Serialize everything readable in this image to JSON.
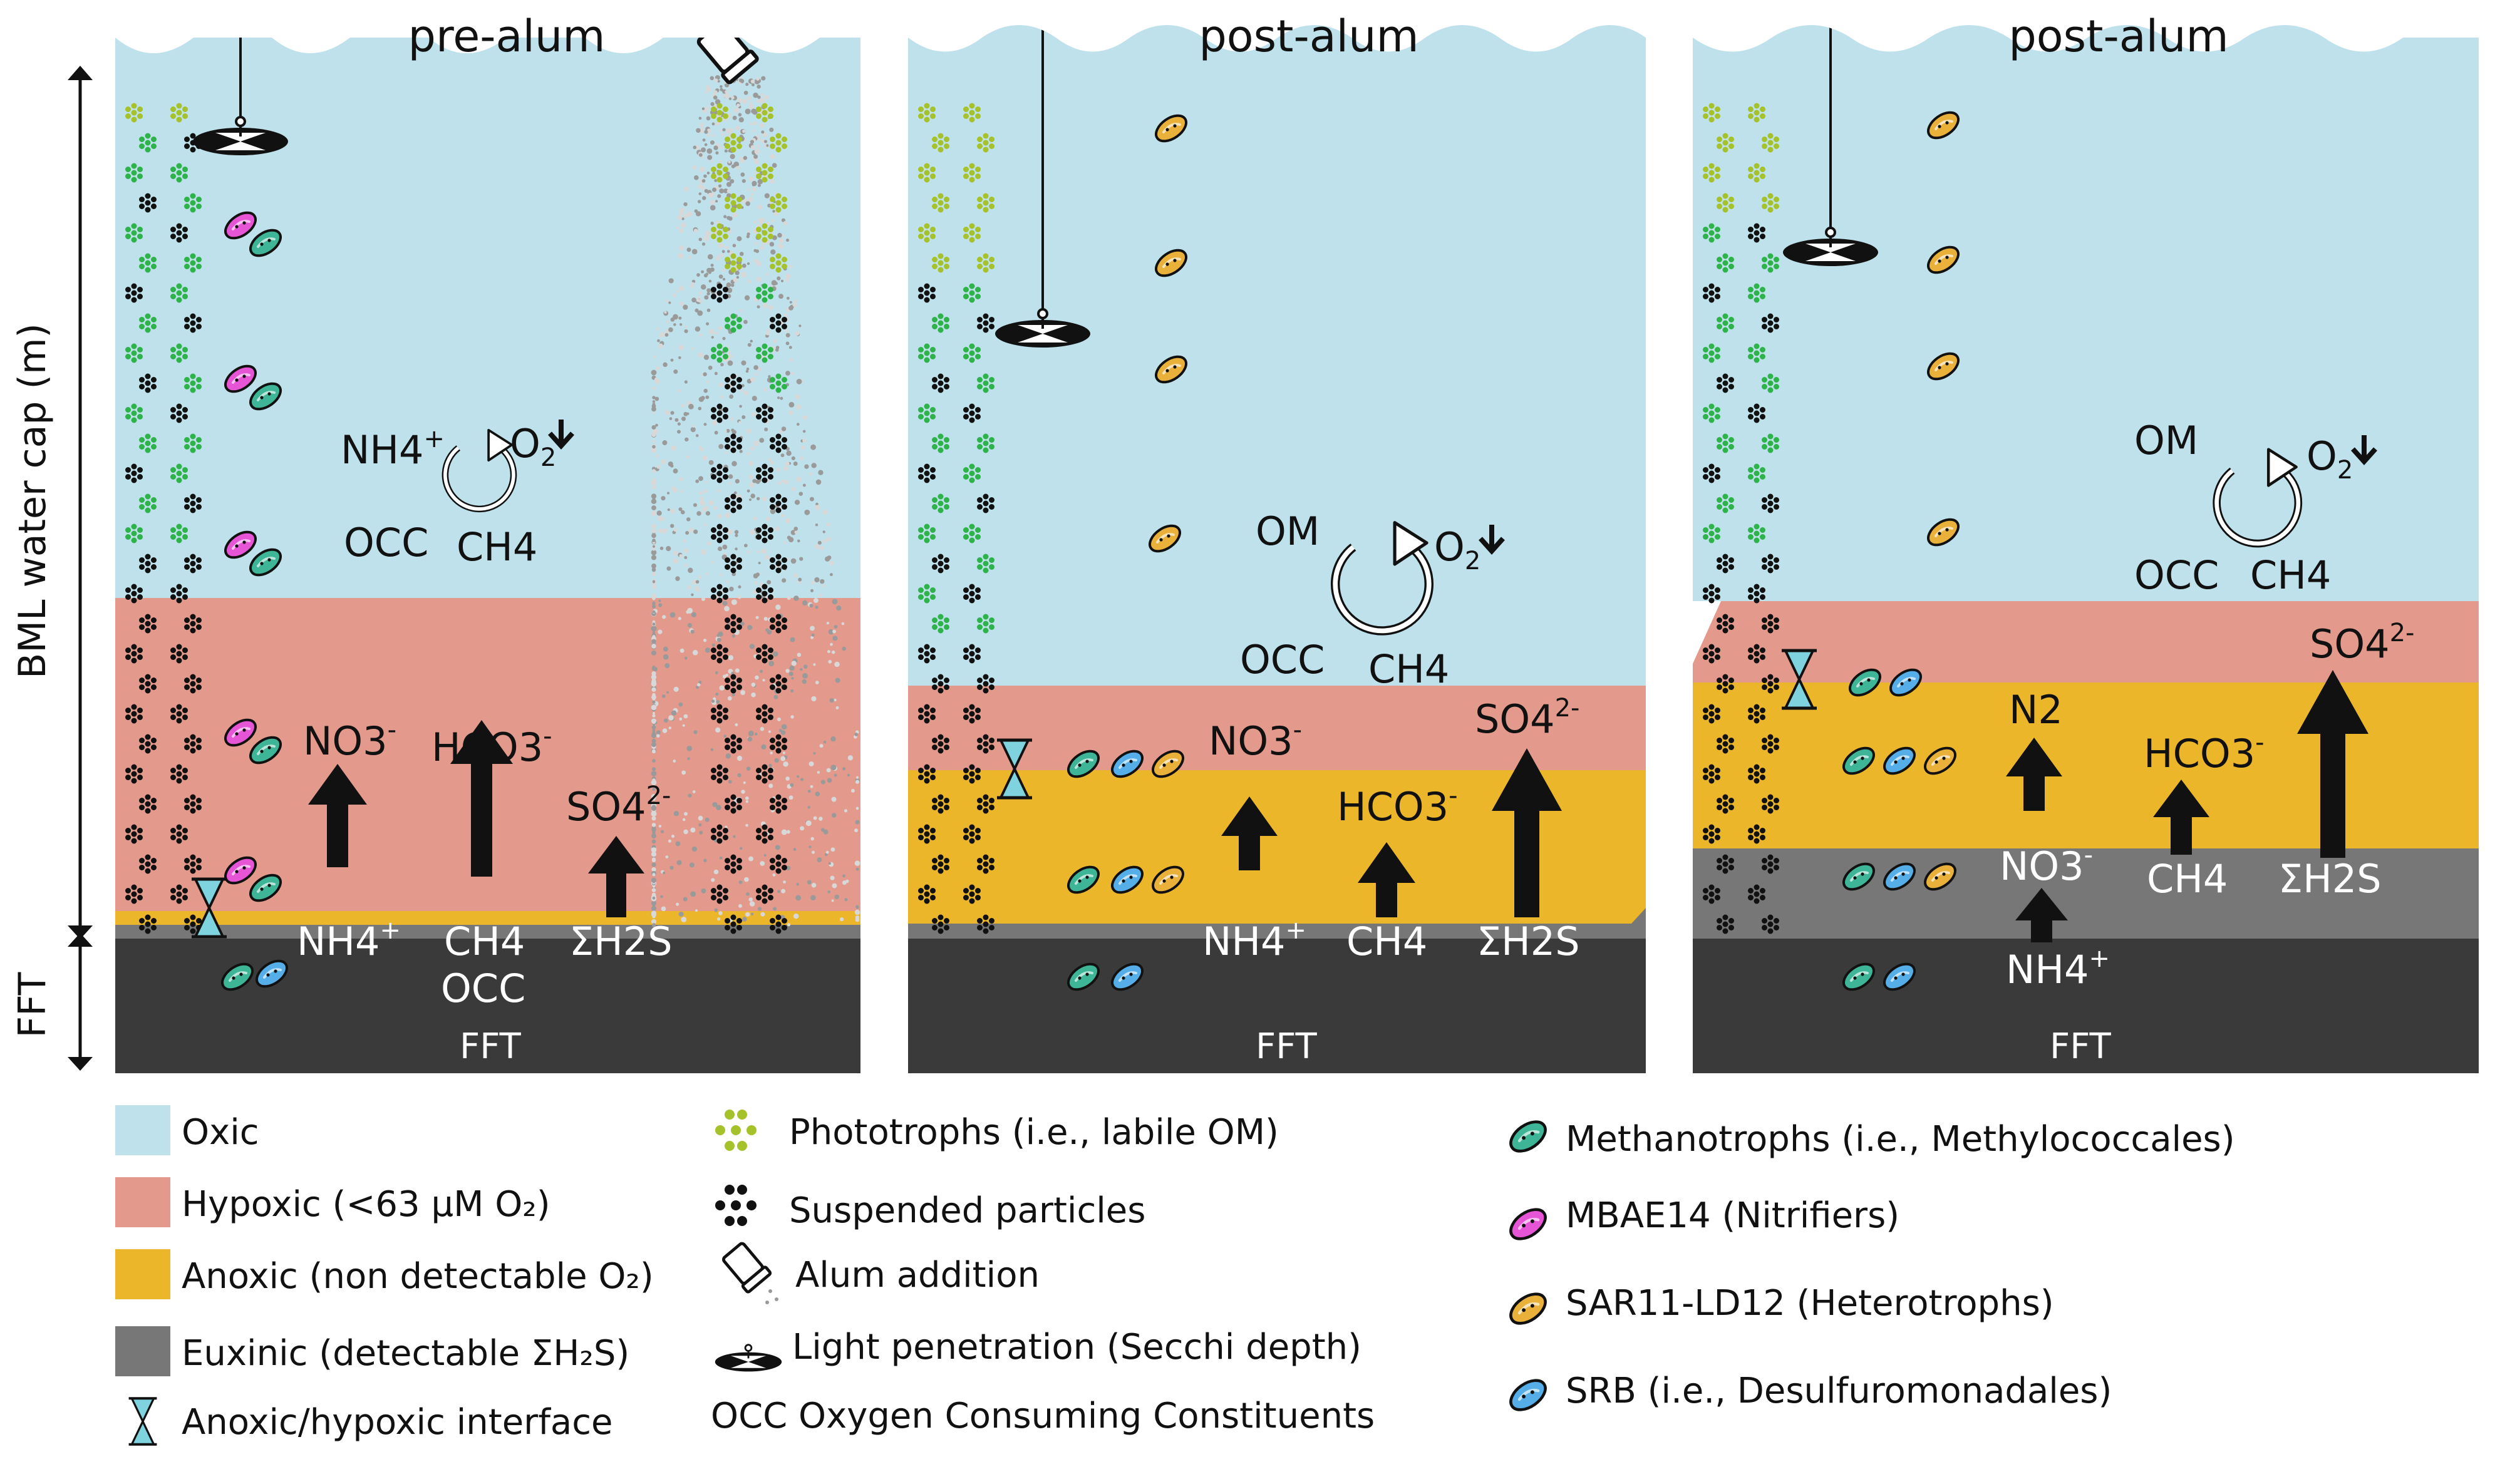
{
  "panels": [
    {
      "title": "pre-alum"
    },
    {
      "title": "post-alum"
    },
    {
      "title": "post-alum"
    }
  ],
  "axis": {
    "water_cap_label": "BML water cap (m)",
    "fft_label": "FFT"
  },
  "sediment_label": "FFT",
  "chemistry": {
    "p1": {
      "nh4_top": "NH4",
      "nh4_top_sup": "+",
      "o2": "O",
      "o2_sub": "2",
      "occ": "OCC",
      "ch4": "CH4",
      "no3": "NO3",
      "no3_sup": "-",
      "hco3": "HCO3",
      "hco3_sup": "-",
      "so4": "SO4",
      "so4_sup": "2-",
      "nh4": "NH4",
      "nh4_sup": "+",
      "ch4_bottom": "CH4",
      "occ_bottom": "OCC",
      "h2s": "ΣH2S"
    },
    "p2": {
      "om": "OM",
      "o2": "O",
      "o2_sub": "2",
      "occ": "OCC",
      "ch4": "CH4",
      "no3": "NO3",
      "no3_sup": "-",
      "hco3": "HCO3",
      "hco3_sup": "-",
      "so4": "SO4",
      "so4_sup": "2-",
      "nh4": "NH4",
      "nh4_sup": "+",
      "ch4_bottom": "CH4",
      "h2s": "ΣH2S"
    },
    "p3": {
      "om": "OM",
      "o2": "O",
      "o2_sub": "2",
      "occ": "OCC",
      "ch4": "CH4",
      "so4": "SO4",
      "so4_sup": "2-",
      "n2": "N2",
      "hco3": "HCO3",
      "hco3_sup": "-",
      "no3": "NO3",
      "no3_sup": "-",
      "ch4_bottom": "CH4",
      "h2s": "ΣH2S",
      "nh4": "NH4",
      "nh4_sup": "+"
    }
  },
  "legend": {
    "zones": [
      {
        "label": "Oxic",
        "color": "#bfe1ec"
      },
      {
        "label": "Hypoxic (<63 μM O₂)",
        "color": "#e3998b"
      },
      {
        "label": "Anoxic (non detectable O₂)",
        "color": "#ecb62a"
      },
      {
        "label": "Euxinic (detectable ΣH₂S)",
        "color": "#777777"
      },
      {
        "label": "Anoxic/hypoxic interface",
        "icon": "hourglass-icon"
      }
    ],
    "symbols": [
      {
        "label": "Phototrophs (i.e., labile OM)",
        "icon": "phototroph-cluster-icon"
      },
      {
        "label": "Suspended particles",
        "icon": "particle-cluster-icon"
      },
      {
        "label": "Alum addition",
        "icon": "alum-shaker-icon"
      },
      {
        "label": "Light penetration (Secchi depth)",
        "icon": "secchi-disk-icon"
      },
      {
        "abbr": "OCC",
        "label": "Oxygen Consuming Constituents"
      }
    ],
    "microbes": [
      {
        "label": "Methanotrophs (i.e., Methylococcales)",
        "color": "#3eb596"
      },
      {
        "label": "MBAE14 (Nitrifiers)",
        "color": "#e655d6"
      },
      {
        "label": "SAR11-LD12 (Heterotrophs)",
        "color": "#e9b13a"
      },
      {
        "label": "SRB (i.e., Desulfuromonadales)",
        "color": "#55aee8"
      }
    ]
  },
  "colors": {
    "oxic": "#bfe1ec",
    "hypoxic": "#e3998b",
    "anoxic": "#ecb62a",
    "euxinic": "#777777",
    "fft": "#3a3a3a",
    "phototroph": "#a6c22a",
    "green_dot": "#2db34a"
  }
}
